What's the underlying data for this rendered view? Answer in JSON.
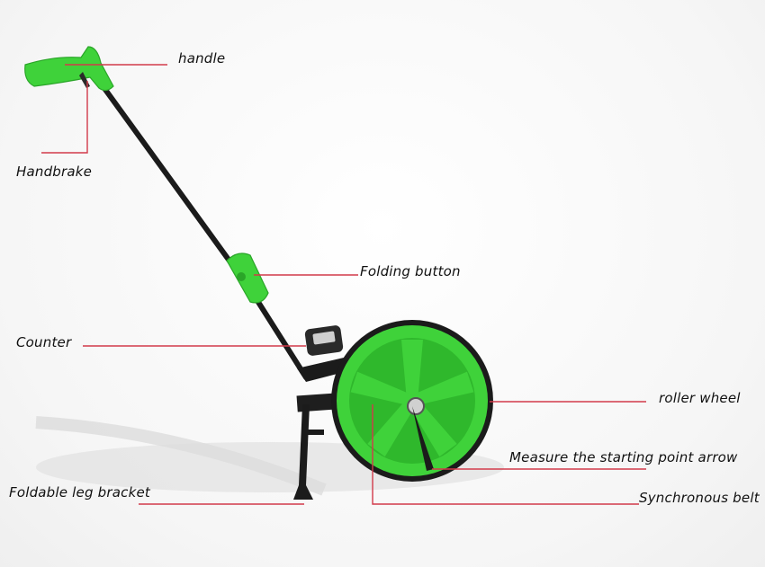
{
  "labels": {
    "handle": "handle",
    "handbrake": "Handbrake",
    "folding_button": "Folding button",
    "counter": "Counter",
    "roller_wheel": "roller wheel",
    "start_arrow": "Measure the starting point arrow",
    "leg_bracket": "Foldable leg bracket",
    "sync_belt": "Synchronous belt"
  },
  "colors": {
    "body_green": "#3fd23a",
    "frame_black": "#1b1b1b",
    "leader_red": "#d23a4a"
  }
}
